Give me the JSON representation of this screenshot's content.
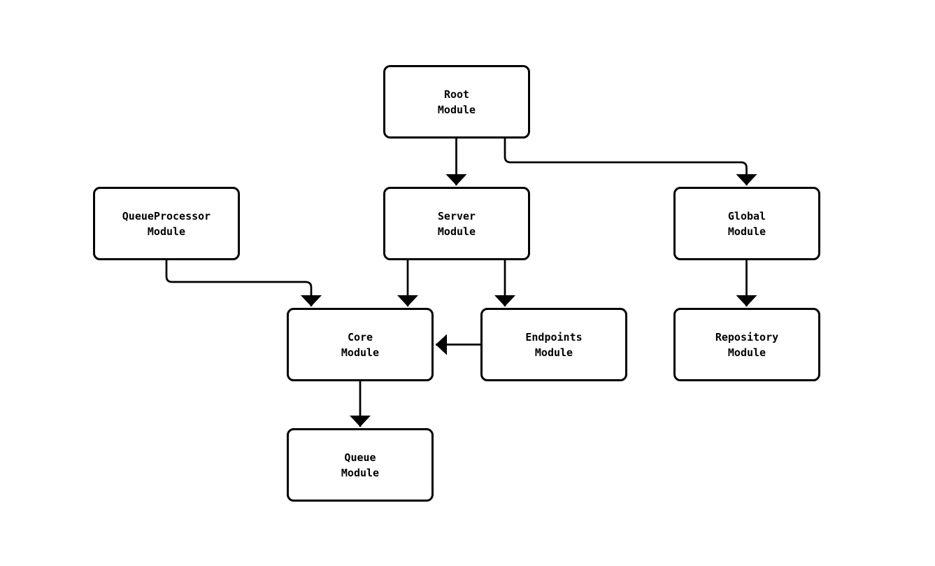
{
  "diagram": {
    "type": "flowchart",
    "direction": "top-down",
    "nodes": {
      "root": {
        "label": "Root\nModule"
      },
      "queue_processor": {
        "label": "QueueProcessor\nModule"
      },
      "server": {
        "label": "Server\nModule"
      },
      "global": {
        "label": "Global\nModule"
      },
      "core": {
        "label": "Core\nModule"
      },
      "endpoints": {
        "label": "Endpoints\nModule"
      },
      "repository": {
        "label": "Repository\nModule"
      },
      "queue": {
        "label": "Queue\nModule"
      }
    },
    "edges": [
      {
        "from": "Root Module",
        "to": "Server Module"
      },
      {
        "from": "Root Module",
        "to": "Global Module"
      },
      {
        "from": "QueueProcessor Module",
        "to": "Core Module"
      },
      {
        "from": "Server Module",
        "to": "Core Module"
      },
      {
        "from": "Server Module",
        "to": "Endpoints Module"
      },
      {
        "from": "Endpoints Module",
        "to": "Core Module"
      },
      {
        "from": "Global Module",
        "to": "Repository Module"
      },
      {
        "from": "Core Module",
        "to": "Queue Module"
      }
    ],
    "colors": {
      "background": "#ffffff",
      "node_fill": "#ffffff",
      "node_border": "#000000",
      "edge": "#000000",
      "text": "#000000"
    }
  }
}
